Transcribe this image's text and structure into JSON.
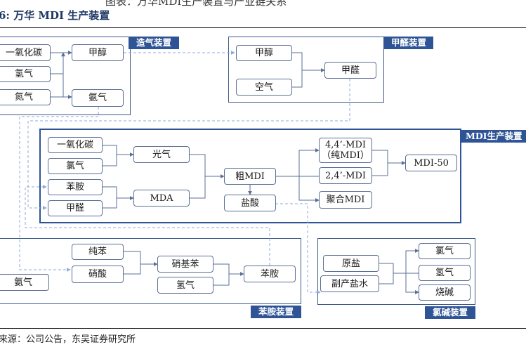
{
  "header": {
    "top_cut_text": "图表：万华MDI生产装置与产业链关系",
    "figure_title": "6: 万华 MDI 生产装置",
    "source": "来源：公司公告，东吴证券研究所"
  },
  "panels": {
    "syngas": "造气装置",
    "formaldehyde": "甲醛装置",
    "mdi": "MDI生产装置",
    "aniline": "苯胺装置",
    "chloralkali": "氯碱装置"
  },
  "nodes": {
    "co_top": "一氧化碳",
    "h2_top": "氢气",
    "n2_top": "氮气",
    "methanol_top": "甲醇",
    "ammonia_top": "氨气",
    "methanol_fa": "甲醇",
    "air_fa": "空气",
    "formaldehyde_fa": "甲醛",
    "co_mdi": "一氧化碳",
    "cl2_mdi": "氯气",
    "phosgene": "光气",
    "aniline_mdi": "苯胺",
    "formaldehyde_mdi": "甲醛",
    "mda": "MDA",
    "crude_mdi": "粗MDI",
    "hcl": "盐酸",
    "mdi44": "4,4’-MDI\n（纯MDI）",
    "mdi24": "2,4’-MDI",
    "poly_mdi": "聚合MDI",
    "mdi50": "MDI-50",
    "benzene": "纯苯",
    "nitric": "硝酸",
    "nitrobenzene": "硝基苯",
    "h2_an": "氢气",
    "aniline_an": "苯胺",
    "ammonia_an": "氨气",
    "salt": "原盐",
    "brine": "副产盐水",
    "cl2_ca": "氯气",
    "h2_ca": "氢气",
    "caustic": "烧碱"
  },
  "colors": {
    "panel_tag": "#2f5496",
    "line": "#5a6f94",
    "dashed": "#8faadc"
  }
}
